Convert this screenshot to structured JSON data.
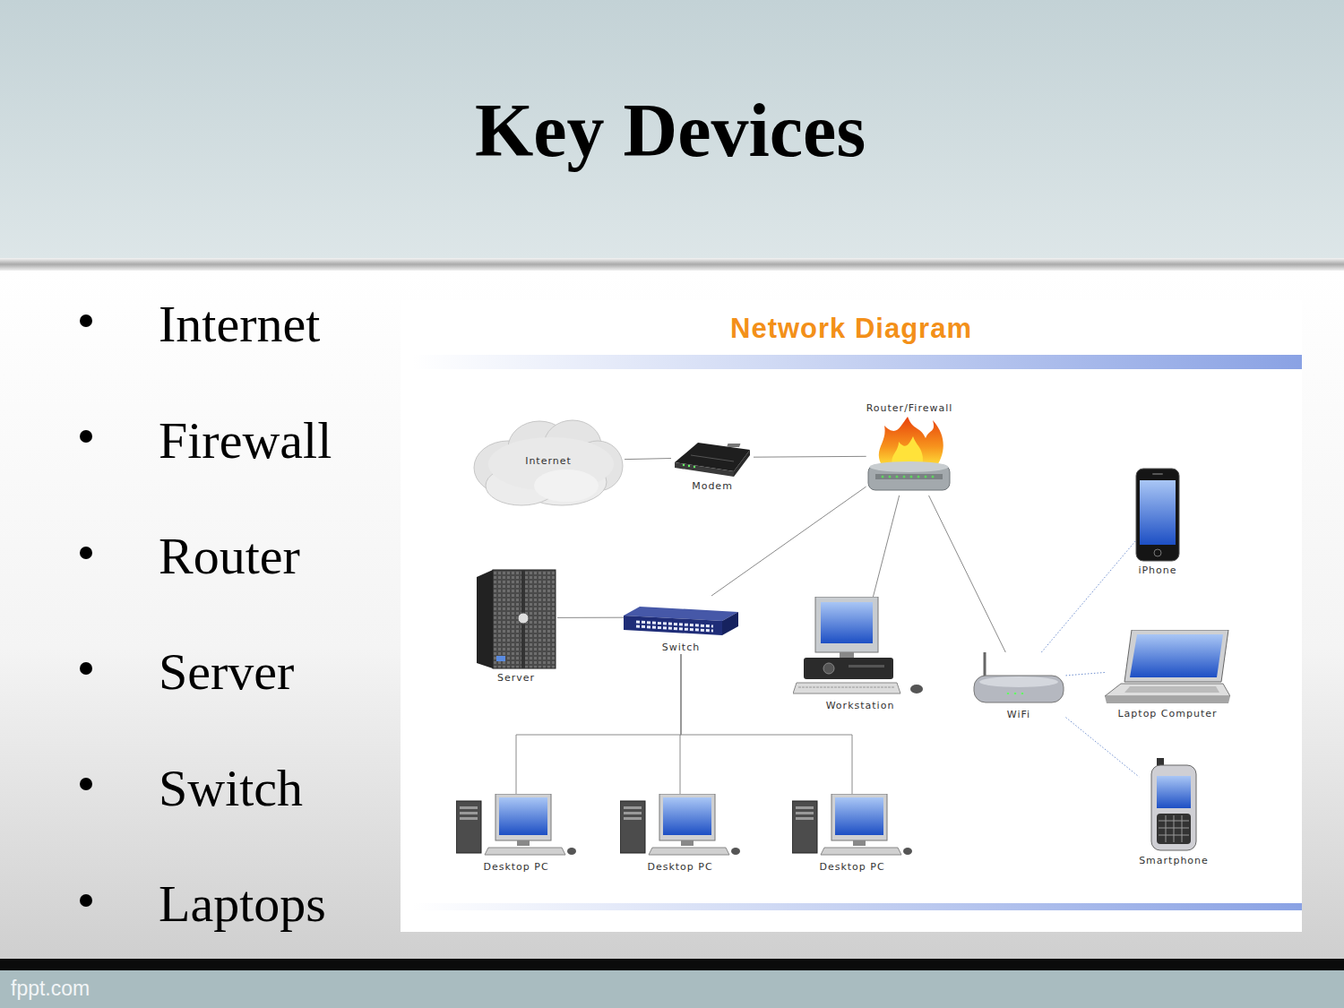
{
  "diagram": {
    "title": "Key Devices",
    "nodes": [
      {
        "text": [
          "Internet"
        ]
      },
      {
        "text": [
          "Modem"
        ]
      },
      {
        "text": [
          "Router/Firewall"
        ]
      },
      {
        "text": [
          "iPhone"
        ]
      },
      {
        "text": [
          "Server"
        ]
      },
      {
        "text": [
          "Switch"
        ]
      },
      {
        "text": [
          "Workstation"
        ]
      },
      {
        "text": [
          "WiFi"
        ]
      },
      {
        "text": [
          "Laptop Computer"
        ]
      },
      {
        "text": [
          "Smartphone"
        ]
      },
      {
        "text": [
          "Desktop PC"
        ]
      },
      {
        "text": [
          "Desktop PC"
        ]
      },
      {
        "text": [
          "Desktop PC"
        ]
      }
    ],
    "edges": [
      {
        "from": 0,
        "to": 1,
        "arrow": "none"
      },
      {
        "from": 1,
        "to": 2,
        "arrow": "none"
      },
      {
        "from": 2,
        "to": 5,
        "arrow": "none"
      },
      {
        "from": 2,
        "to": 6,
        "arrow": "none"
      },
      {
        "from": 2,
        "to": 7,
        "arrow": "none"
      },
      {
        "from": 4,
        "to": 5,
        "arrow": "none"
      },
      {
        "from": 5,
        "to": 10,
        "arrow": "none"
      },
      {
        "from": 5,
        "to": 11,
        "arrow": "none"
      },
      {
        "from": 5,
        "to": 12,
        "arrow": "none"
      },
      {
        "from": 7,
        "to": 3,
        "arrow": "none"
      },
      {
        "from": 7,
        "to": 8,
        "arrow": "none"
      },
      {
        "from": 7,
        "to": 9,
        "arrow": "none"
      }
    ],
    "labels": [
      "Internet",
      "Firewall",
      "Router",
      "Server",
      "Switch",
      "Laptops",
      "Network Diagram",
      "fppt.com"
    ]
  }
}
